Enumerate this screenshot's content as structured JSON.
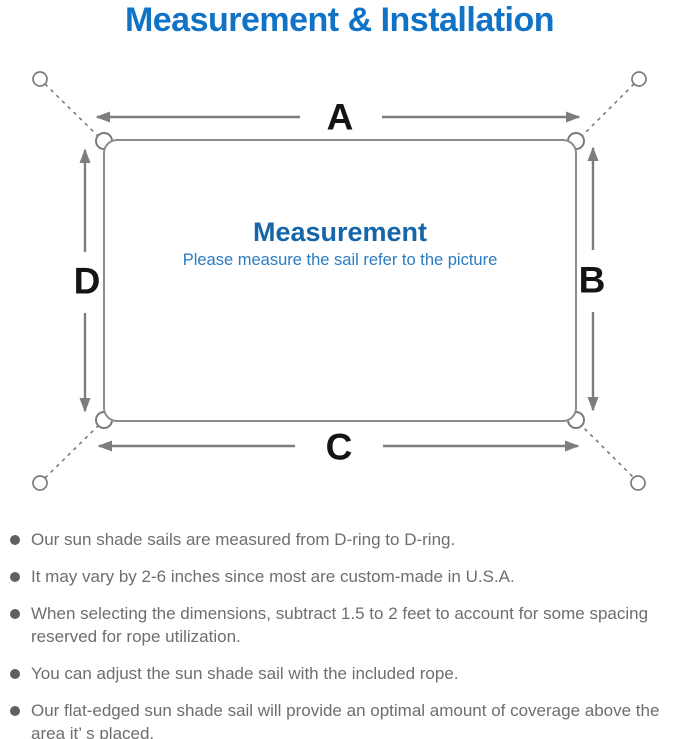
{
  "title": "Measurement & Installation",
  "diagram": {
    "labels": {
      "top": "A",
      "right": "B",
      "bottom": "C",
      "left": "D"
    },
    "center": {
      "heading": "Measurement",
      "subheading": "Please measure the sail refer to the picture"
    }
  },
  "notes": {
    "items": [
      "Our sun shade sails are measured from D-ring to D-ring.",
      "It may vary by 2-6 inches since most are custom-made in U.S.A.",
      "When selecting the dimensions, subtract 1.5 to 2 feet to account for some spacing reserved for rope utilization.",
      "You can adjust the sun shade sail with the included rope.",
      "Our flat-edged sun shade sail will provide an optimal amount of coverage above the area it’ s placed."
    ]
  },
  "colors": {
    "title_blue": "#1173c6",
    "center_heading_blue": "#1565a8",
    "center_subheading_blue": "#2b7cc0",
    "line_gray": "#7d7d7d",
    "dimension_label_black": "#141414",
    "note_text_gray": "#6e6e6e"
  }
}
